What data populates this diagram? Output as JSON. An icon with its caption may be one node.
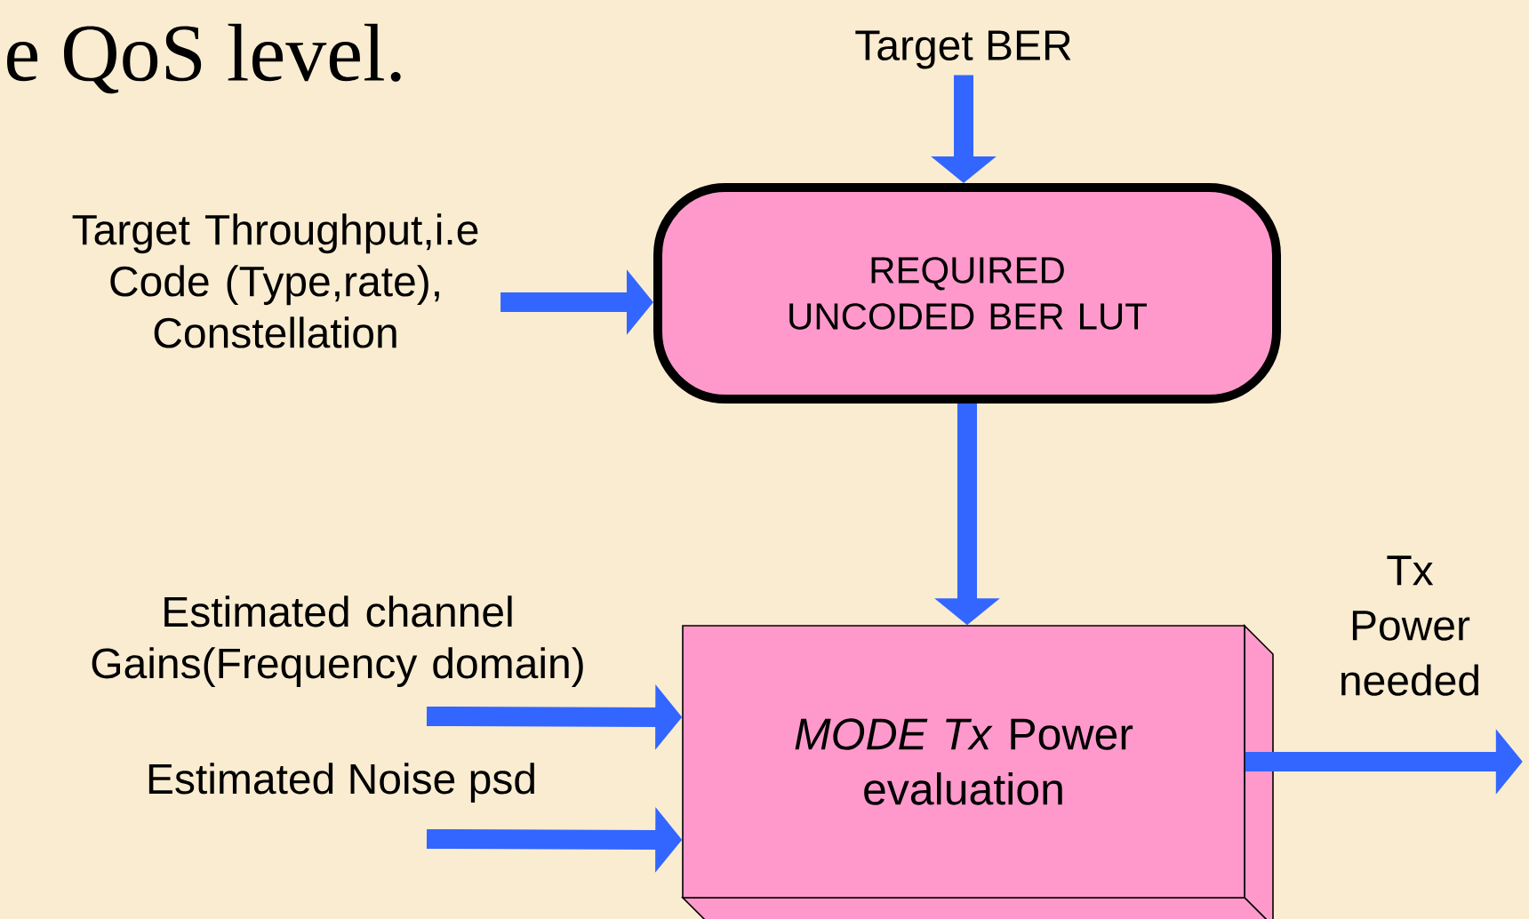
{
  "diagram": {
    "title": "e QoS level.",
    "nodes": [
      {
        "text": [
          "Target BER"
        ]
      },
      {
        "text": [
          "Target Throughput,i.e Code (Type,rate), Constellation"
        ]
      },
      {
        "text": [
          "REQUIRED UNCODED BER LUT"
        ]
      },
      {
        "text": [
          "Estimated channel Gains(Frequency domain)"
        ]
      },
      {
        "text": [
          "Estimated Noise psd"
        ]
      },
      {
        "text": [
          "*MODE Tx* Power evaluation"
        ]
      }
    ],
    "edges": [
      {
        "from": 0,
        "to": 2,
        "arrow": "to"
      },
      {
        "from": 1,
        "to": 2,
        "arrow": "to"
      },
      {
        "from": 2,
        "to": 5,
        "arrow": "to"
      },
      {
        "from": 3,
        "to": 5,
        "arrow": "to"
      },
      {
        "from": 4,
        "to": 5,
        "arrow": "to"
      },
      {
        "from": 5,
        "to": null,
        "arrow": "to",
        "label": "Tx Power needed"
      }
    ]
  }
}
